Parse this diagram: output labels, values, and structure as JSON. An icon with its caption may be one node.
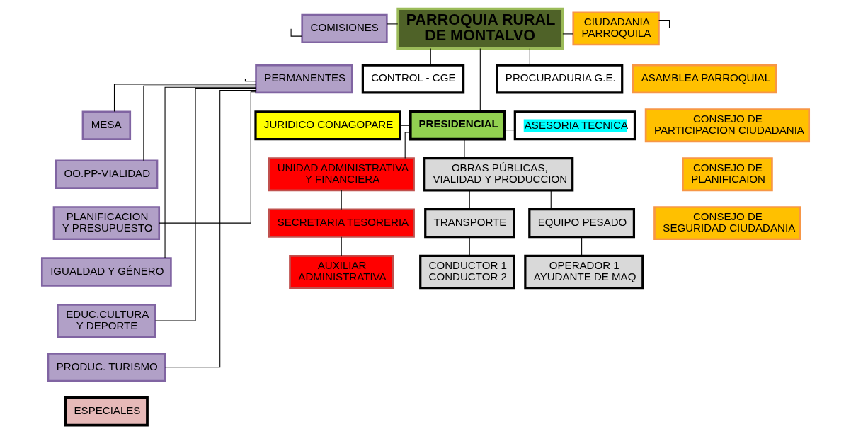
{
  "diagram": {
    "nodes": [
      {
        "text": [
          "PARROQUIA RURAL DE MONTALVO"
        ]
      },
      {
        "text": [
          "COMISIONES"
        ]
      },
      {
        "text": [
          "CIUDADANIA PARROQUILA"
        ]
      },
      {
        "text": [
          "PERMANENTES"
        ]
      },
      {
        "text": [
          "CONTROL - CGE"
        ]
      },
      {
        "text": [
          "PROCURADURIA G.E."
        ]
      },
      {
        "text": [
          "MESA"
        ]
      },
      {
        "text": [
          "JURIDICO CONAGOPARE"
        ]
      },
      {
        "text": [
          "PRESIDENCIAL"
        ]
      },
      {
        "text": [
          "ASESORIA TECNICA"
        ]
      },
      {
        "text": [
          "ASAMBLEA PARROQUIAL"
        ]
      },
      {
        "text": [
          "OO.PP-VIALIDAD"
        ]
      },
      {
        "text": [
          "PLANIFICACION Y PRESUPUESTO"
        ]
      },
      {
        "text": [
          "CONSEJO DE PARTICIPACION CIUDADANIA"
        ]
      },
      {
        "text": [
          "UNIDAD ADMINISTRATIVA Y FINANCIERA"
        ]
      },
      {
        "text": [
          "OBRAS PÚBLICAS, VIALIDAD Y PRODUCCION"
        ]
      },
      {
        "text": [
          "CONSEJO DE PLANIFICAION"
        ]
      },
      {
        "text": [
          "IGUALDAD Y GÉNERO"
        ]
      },
      {
        "text": [
          "CONSEJO DE SEGURIDAD CIUDADANIA"
        ]
      },
      {
        "text": [
          "EDUC.CULTURA Y DEPORTE"
        ]
      },
      {
        "text": [
          "SECRETARIA TESORERIA"
        ]
      },
      {
        "text": [
          "TRANSPORTE"
        ]
      },
      {
        "text": [
          "EQUIPO PESADO"
        ]
      },
      {
        "text": [
          "AUXILIAR ADMINISTRATIVA"
        ]
      },
      {
        "text": [
          "PRODUC. TURISMO"
        ]
      },
      {
        "text": [
          "CONDUCTOR 1",
          "CONDUCTOR 2"
        ]
      },
      {
        "text": [
          "OPERADOR 1",
          "AYUDANTE DE MAQ"
        ]
      },
      {
        "text": [
          "ESPECIALES"
        ]
      }
    ],
    "edges": [
      {
        "from": 0,
        "to": 1,
        "arrow": "none"
      },
      {
        "from": 1,
        "to": null,
        "arrow": "none"
      },
      {
        "from": 0,
        "to": 2,
        "arrow": "none"
      },
      {
        "from": 2,
        "to": null,
        "arrow": "none"
      },
      {
        "from": 3,
        "to": null,
        "arrow": "none"
      },
      {
        "from": 0,
        "to": 4,
        "arrow": "none"
      },
      {
        "from": 0,
        "to": 5,
        "arrow": "none"
      },
      {
        "from": 0,
        "to": 8,
        "arrow": "none"
      },
      {
        "from": 8,
        "to": 7,
        "arrow": "none"
      },
      {
        "from": 8,
        "to": 9,
        "arrow": "none"
      },
      {
        "from": 3,
        "to": 6,
        "arrow": "none"
      },
      {
        "from": 3,
        "to": 11,
        "arrow": "none"
      },
      {
        "from": 3,
        "to": 12,
        "arrow": "none"
      },
      {
        "from": 3,
        "to": 17,
        "arrow": "none"
      },
      {
        "from": 3,
        "to": 19,
        "arrow": "none"
      },
      {
        "from": 3,
        "to": 24,
        "arrow": "none"
      },
      {
        "from": 8,
        "to": 14,
        "arrow": "none"
      },
      {
        "from": 8,
        "to": 15,
        "arrow": "none"
      },
      {
        "from": 14,
        "to": 20,
        "arrow": "none"
      },
      {
        "from": 20,
        "to": 23,
        "arrow": "none"
      },
      {
        "from": 15,
        "to": 21,
        "arrow": "none"
      },
      {
        "from": 15,
        "to": 22,
        "arrow": "none"
      },
      {
        "from": 21,
        "to": 25,
        "arrow": "none"
      },
      {
        "from": 22,
        "to": 26,
        "arrow": "none"
      }
    ]
  }
}
